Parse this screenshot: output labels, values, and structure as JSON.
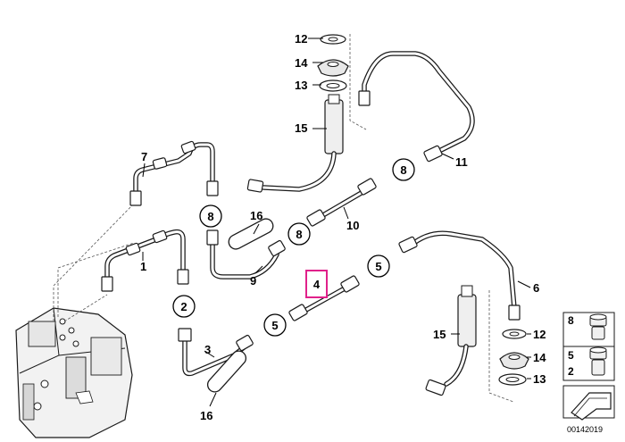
{
  "callouts": {
    "c1": "1",
    "c2": "2",
    "c3": "3",
    "c4": "4",
    "c5a": "5",
    "c5b": "5",
    "c6": "6",
    "c7": "7",
    "c8a": "8",
    "c8b": "8",
    "c8c": "8",
    "c9": "9",
    "c10": "10",
    "c11": "11",
    "c12a": "12",
    "c12b": "12",
    "c13a": "13",
    "c13b": "13",
    "c14a": "14",
    "c14b": "14",
    "c15a": "15",
    "c15b": "15",
    "c16a": "16",
    "c16b": "16"
  },
  "side_panel": {
    "row1_top": "8",
    "row2_top": "5",
    "row2_bottom": "2"
  },
  "reference_number": "00142019",
  "colors": {
    "highlight": "#e0218a",
    "line": "#1a1a1a"
  }
}
